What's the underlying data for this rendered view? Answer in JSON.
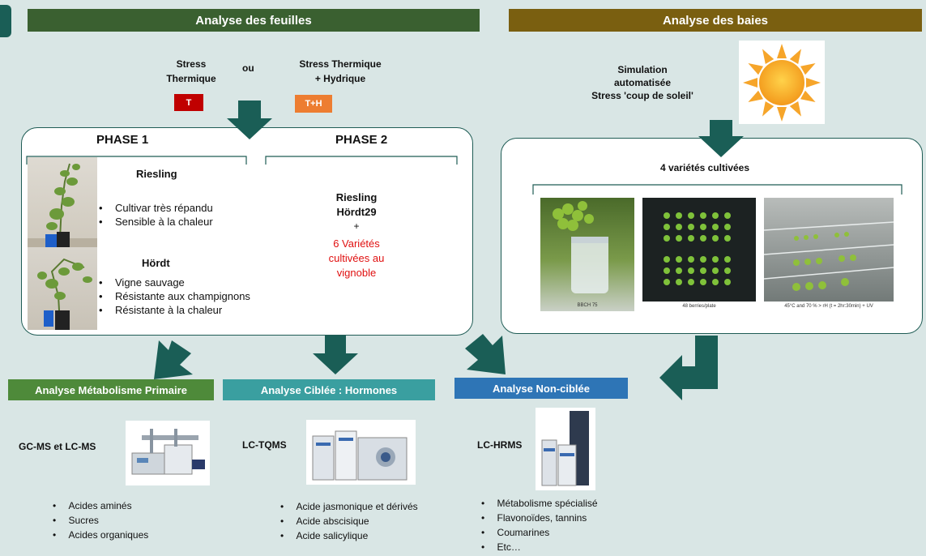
{
  "colors": {
    "background": "#d9e6e5",
    "arrow": "#1a5e56",
    "dark_green": "#3a6030",
    "olive": "#7a5f10",
    "red": "#c00000",
    "orange": "#ed7d31",
    "primary": "#4e8a3a",
    "teal": "#3a9fa0",
    "blue": "#2e75b6"
  },
  "banners": {
    "leaves": "Analyse des feuilles",
    "berries": "Analyse des baies"
  },
  "stress": {
    "thermal": "Stress\nThermique",
    "or": "ou",
    "thermal_hydric": "Stress Thermique\n+ Hydrique",
    "tag_t": "T",
    "tag_th": "T+H"
  },
  "phase1": {
    "title": "PHASE 1",
    "v1_name": "Riesling",
    "v1_traits": [
      "Cultivar très répandu",
      "Sensible à la chaleur"
    ],
    "v2_name": "Hördt",
    "v2_traits": [
      "Vigne sauvage",
      "Résistante aux champignons",
      "Résistante à la chaleur"
    ]
  },
  "phase2": {
    "title": "PHASE 2",
    "line1": "Riesling",
    "line2": "Hördt29",
    "plus": "+",
    "red_text": "6 Variétés\ncultivées au\nvignoble"
  },
  "berries": {
    "simulation": "Simulation\nautomatisée\nStress 'coup de soleil'",
    "varieties_title": "4 variétés cultivées",
    "captions": [
      "BBCH 75",
      "48 berries/plate",
      "45°C and 70 % > rH  (t = 2hr:30min) + UV"
    ]
  },
  "analyses": {
    "primary": {
      "label": "Analyse Métabolisme Primaire",
      "method": "GC-MS et LC-MS",
      "items": [
        "Acides aminés",
        "Sucres",
        "Acides organiques"
      ]
    },
    "targeted": {
      "label": "Analyse Ciblée : Hormones",
      "method": "LC-TQMS",
      "items": [
        "Acide jasmonique et dérivés",
        "Acide abscisique",
        "Acide salicylique"
      ]
    },
    "untargeted": {
      "label": "Analyse Non-ciblée",
      "method": "LC-HRMS",
      "items": [
        "Métabolisme spécialisé",
        "Flavonoïdes, tannins",
        "Coumarines",
        "Etc…"
      ]
    }
  }
}
